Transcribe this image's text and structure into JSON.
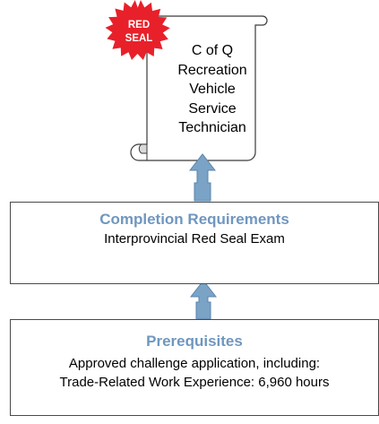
{
  "seal": {
    "line1": "RED",
    "line2": "SEAL",
    "color": "#e8202a"
  },
  "scroll": {
    "lines": [
      "C of Q",
      "Recreation",
      "Vehicle",
      "Service",
      "Technician"
    ]
  },
  "completion": {
    "title": "Completion Requirements",
    "lines": [
      "Interprovincial Red Seal Exam"
    ]
  },
  "prerequisites": {
    "title": "Prerequisites",
    "lines": [
      "Approved challenge application, including:",
      "Trade-Related Work Experience: 6,960 hours"
    ]
  },
  "colors": {
    "arrow": "#7aa3c6",
    "arrow_outline": "#5b86ad",
    "heading": "#6f97bf",
    "border": "#4a4a4a"
  }
}
